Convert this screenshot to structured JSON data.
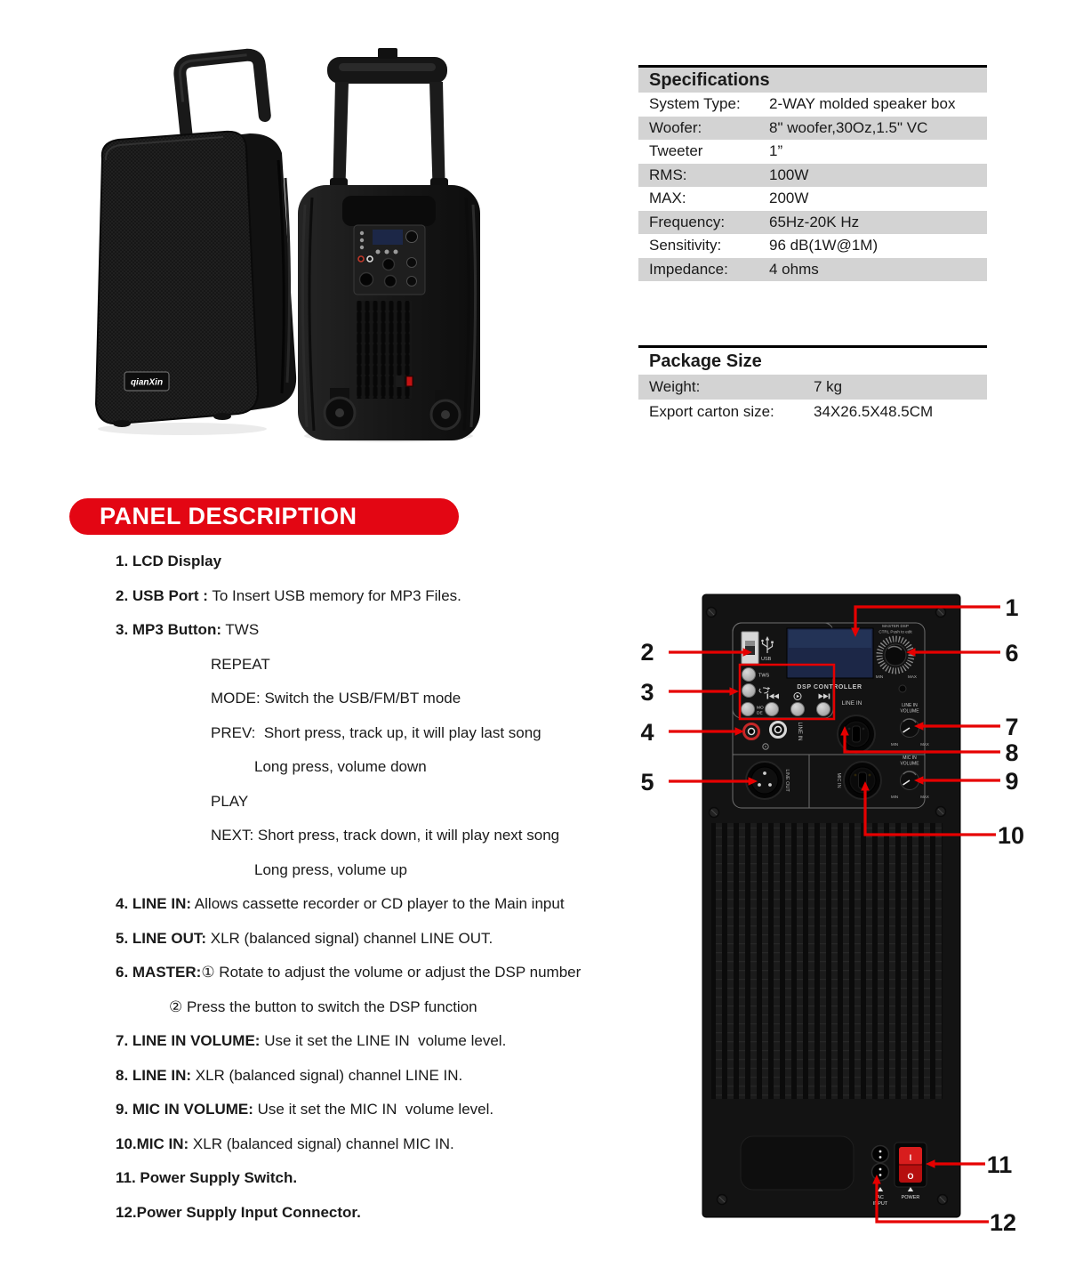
{
  "brand": "qianXin",
  "specifications": {
    "title": "Specifications",
    "rows": [
      {
        "label": "System Type:",
        "value": "2-WAY molded speaker box"
      },
      {
        "label": "Woofer:",
        "value": "8\" woofer,30Oz,1.5\" VC"
      },
      {
        "label": "Tweeter",
        "value": "1”"
      },
      {
        "label": "RMS:",
        "value": "100W"
      },
      {
        "label": "MAX:",
        "value": "200W"
      },
      {
        "label": "Frequency:",
        "value": "65Hz-20K Hz"
      },
      {
        "label": "Sensitivity:",
        "value": "96 dB(1W@1M)"
      },
      {
        "label": "Impedance:",
        "value": "4 ohms"
      }
    ]
  },
  "package": {
    "title": "Package Size",
    "rows": [
      {
        "label": "Weight:",
        "value": "7 kg"
      },
      {
        "label": "Export carton size:",
        "value": "34X26.5X48.5CM"
      }
    ]
  },
  "panel_description": {
    "title": "PANEL DESCRIPTION",
    "items": [
      {
        "b": "1. LCD Display",
        "t": "",
        "lvl": 0
      },
      {
        "b": "2. USB Port :",
        "t": " To Insert USB memory for MP3 Files.",
        "lvl": 0
      },
      {
        "b": "3. MP3 Button:",
        "t": " TWS",
        "lvl": 0
      },
      {
        "b": "",
        "t": "REPEAT",
        "lvl": 1
      },
      {
        "b": "",
        "t": "MODE: Switch the USB/FM/BT mode",
        "lvl": 1
      },
      {
        "b": "",
        "t": "PREV:  Short press, track up, it will play last song",
        "lvl": 1
      },
      {
        "b": "",
        "t": "Long press, volume down",
        "lvl": 2
      },
      {
        "b": "",
        "t": "PLAY",
        "lvl": 1
      },
      {
        "b": "",
        "t": "NEXT: Short press, track down, it will play next song",
        "lvl": 1
      },
      {
        "b": "",
        "t": "Long press, volume up",
        "lvl": 2
      },
      {
        "b": "4. LINE IN:",
        "t": " Allows cassette recorder or CD player to the Main input",
        "lvl": 0
      },
      {
        "b": "5. LINE OUT:",
        "t": " XLR (balanced signal) channel LINE OUT.",
        "lvl": 0
      },
      {
        "b": "6. MASTER:",
        "t": "① Rotate to adjust the volume or adjust the DSP number",
        "lvl": 0
      },
      {
        "b": "",
        "t": "② Press the button to switch the DSP function",
        "lvl": 3
      },
      {
        "b": "7. LINE IN VOLUME:",
        "t": " Use it set the LINE IN  volume level.",
        "lvl": 0
      },
      {
        "b": "8. LINE IN:",
        "t": " XLR (balanced signal) channel LINE IN.",
        "lvl": 0
      },
      {
        "b": "9. MIC IN VOLUME:",
        "t": " Use it set the MIC IN  volume level.",
        "lvl": 0
      },
      {
        "b": "10.MIC IN:",
        "t": " XLR (balanced signal) channel MIC IN.",
        "lvl": 0
      },
      {
        "b": "11. Power Supply Switch.",
        "t": "",
        "lvl": 0
      },
      {
        "b": "12.Power Supply Input Connector.",
        "t": "",
        "lvl": 0
      }
    ]
  },
  "figure": {
    "dsp_label": "DSP CONTROLLER",
    "usb_label": "USB",
    "tws_label": "TWS",
    "mode_line1": "MO",
    "mode_line2": "DE",
    "master_line1": "MASTER DSP",
    "master_line2": "CTRL Push to edit",
    "min_label": "MIN",
    "max_label": "MAX",
    "line_in_label": "LINE IN",
    "volume_label": "VOLUME",
    "line_out_label": "LINE OUT",
    "mic_in_label": "MIC IN",
    "ac_line1": "AC",
    "ac_line2": "INPUT",
    "power_label": "POWER",
    "switch_on": "I",
    "switch_off": "O"
  },
  "callouts": [
    "1",
    "2",
    "3",
    "4",
    "5",
    "6",
    "7",
    "8",
    "9",
    "10",
    "11",
    "12"
  ],
  "colors": {
    "banner_red": "#e30613",
    "callout_red": "#e60000",
    "table_gray": "#d3d3d3"
  }
}
